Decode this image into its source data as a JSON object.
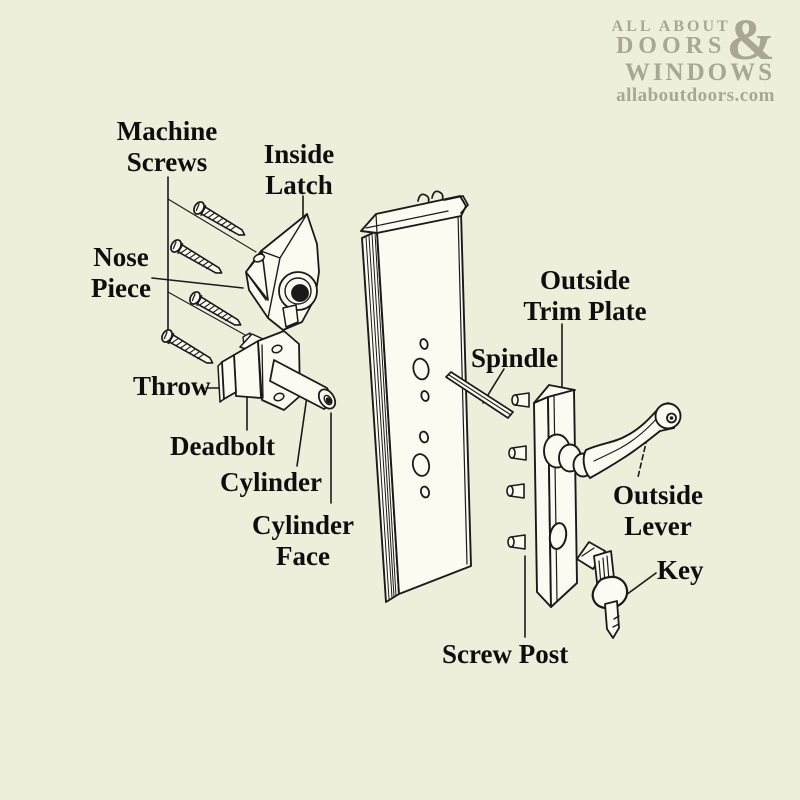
{
  "page": {
    "background_color": "#eeefdb",
    "line_color": "#1a1a1a",
    "part_fill_color": "#fcfbf2",
    "logo_color": "#a9a694"
  },
  "logo": {
    "line1": "ALL ABOUT",
    "line2": "DOORS",
    "ampersand": "&",
    "line3": "WINDOWS",
    "website": "allaboutdoors.com"
  },
  "diagram": {
    "labels": [
      {
        "id": "machine-screws",
        "line1": "Machine",
        "line2": "Screws"
      },
      {
        "id": "inside-latch",
        "line1": "Inside",
        "line2": "Latch"
      },
      {
        "id": "nose-piece",
        "line1": "Nose",
        "line2": "Piece"
      },
      {
        "id": "throw",
        "line1": "Throw"
      },
      {
        "id": "deadbolt",
        "line1": "Deadbolt"
      },
      {
        "id": "cylinder",
        "line1": "Cylinder"
      },
      {
        "id": "cylinder-face",
        "line1": "Cylinder",
        "line2": "Face"
      },
      {
        "id": "spindle",
        "line1": "Spindle"
      },
      {
        "id": "outside-trim-plate",
        "line1": "Outside",
        "line2": "Trim Plate"
      },
      {
        "id": "outside-lever",
        "line1": "Outside",
        "line2": "Lever"
      },
      {
        "id": "key",
        "line1": "Key"
      },
      {
        "id": "screw-post",
        "line1": "Screw Post"
      }
    ]
  }
}
